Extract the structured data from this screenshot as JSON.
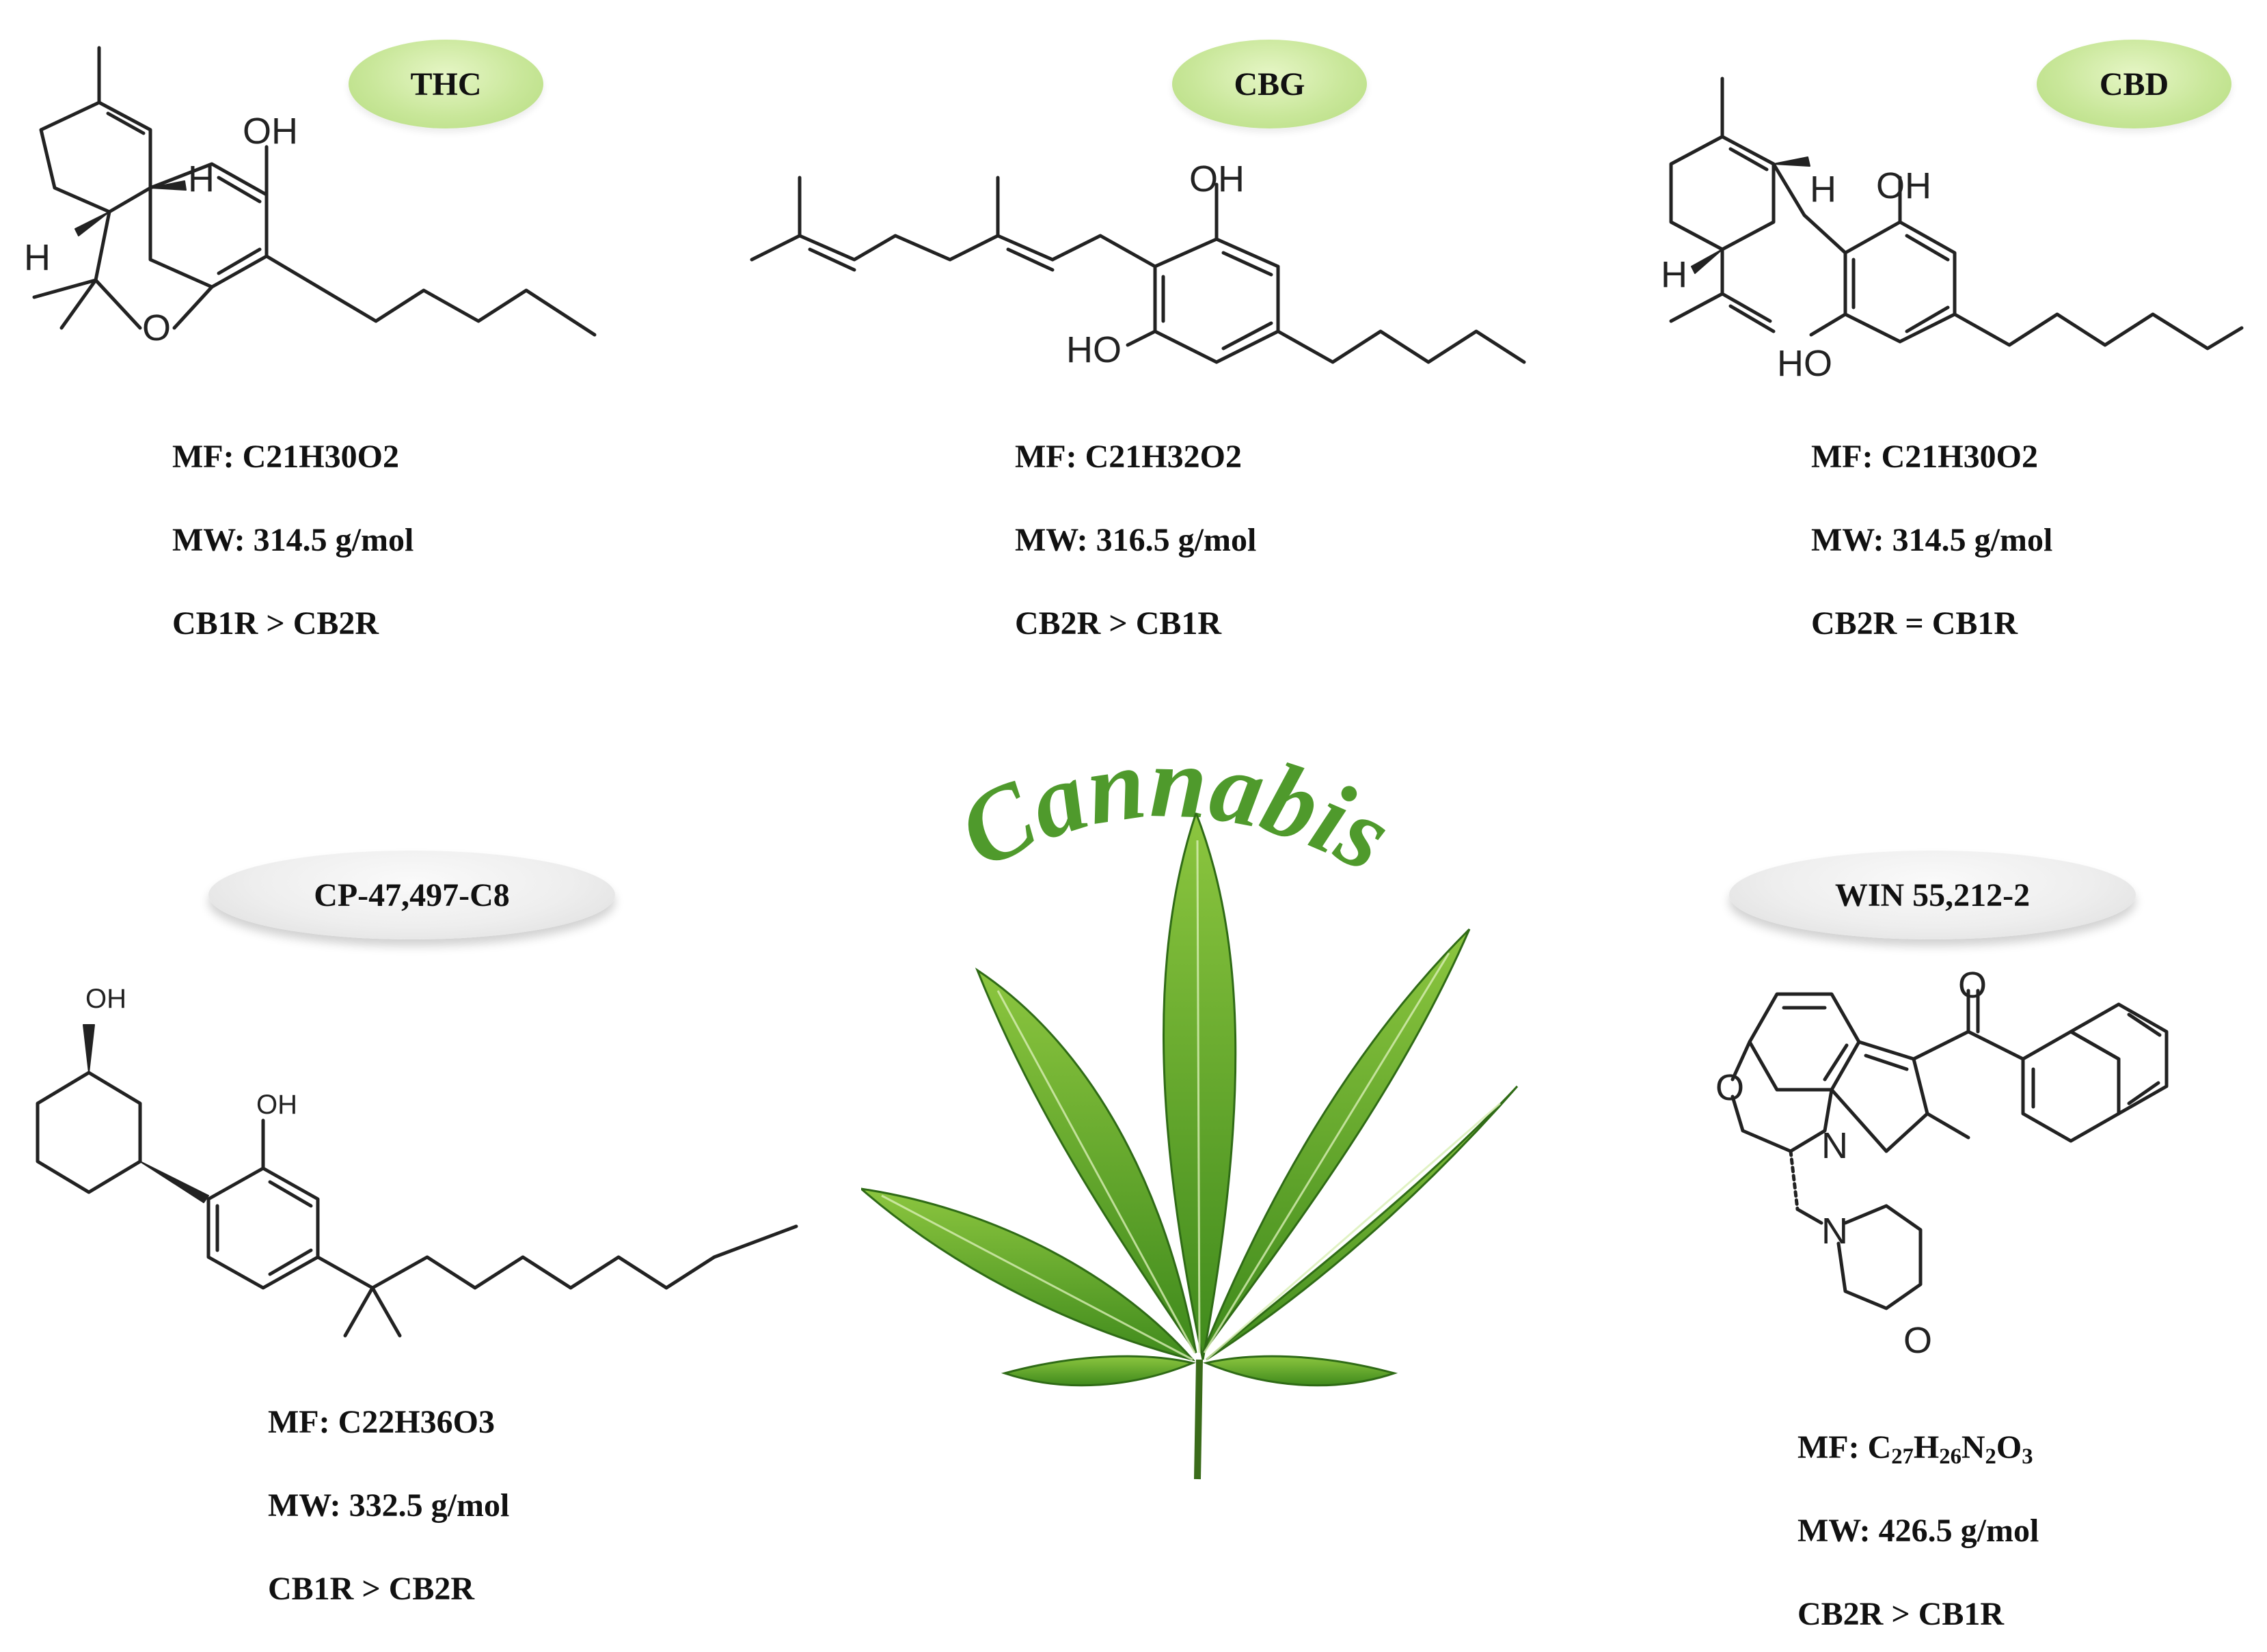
{
  "compounds": {
    "thc": {
      "name": "THC",
      "mf": "MF: C21H30O2",
      "mw": "MW: 314.5 g/mol",
      "selectivity": "CB1R > CB2R",
      "atoms": {
        "oh": "OH",
        "o": "O",
        "h1": "H",
        "h2": "H"
      }
    },
    "cbg": {
      "name": "CBG",
      "mf": "MF: C21H32O2",
      "mw": "MW: 316.5 g/mol",
      "selectivity": "CB2R > CB1R",
      "atoms": {
        "oh": "OH",
        "ho": "HO"
      }
    },
    "cbd": {
      "name": "CBD",
      "mf": "MF: C21H30O2",
      "mw": "MW: 314.5 g/mol",
      "selectivity": "CB2R = CB1R",
      "atoms": {
        "oh": "OH",
        "ho": "HO",
        "h1": "H",
        "h2": "H"
      }
    },
    "cp": {
      "name": "CP-47,497-C8",
      "mf": "MF: C22H36O3",
      "mw": "MW: 332.5 g/mol",
      "selectivity": "CB1R > CB2R",
      "atoms": {
        "oh1": "OH",
        "oh2": "OH"
      }
    },
    "win": {
      "name": "WIN 55,212-2",
      "mf_prefix": "MF: C",
      "mf_c": "27",
      "mf_h": "H",
      "mf_hn": "26",
      "mf_n": "N",
      "mf_nn": "2",
      "mf_o": "O",
      "mf_on": "3",
      "mw": "MW: 426.5 g/mol",
      "selectivity": "CB2R > CB1R",
      "atoms": {
        "o1": "O",
        "o2": "O",
        "n1": "N",
        "n2": "N",
        "o3": "O"
      }
    }
  },
  "center": {
    "title": "Cannabis",
    "title_color": "#4f9a2c",
    "leaf_color": "#5fa52a",
    "leaf_dark": "#2f6b16"
  },
  "pill_colors": {
    "green": "#c9e79a",
    "grey": "#eeeeee"
  }
}
